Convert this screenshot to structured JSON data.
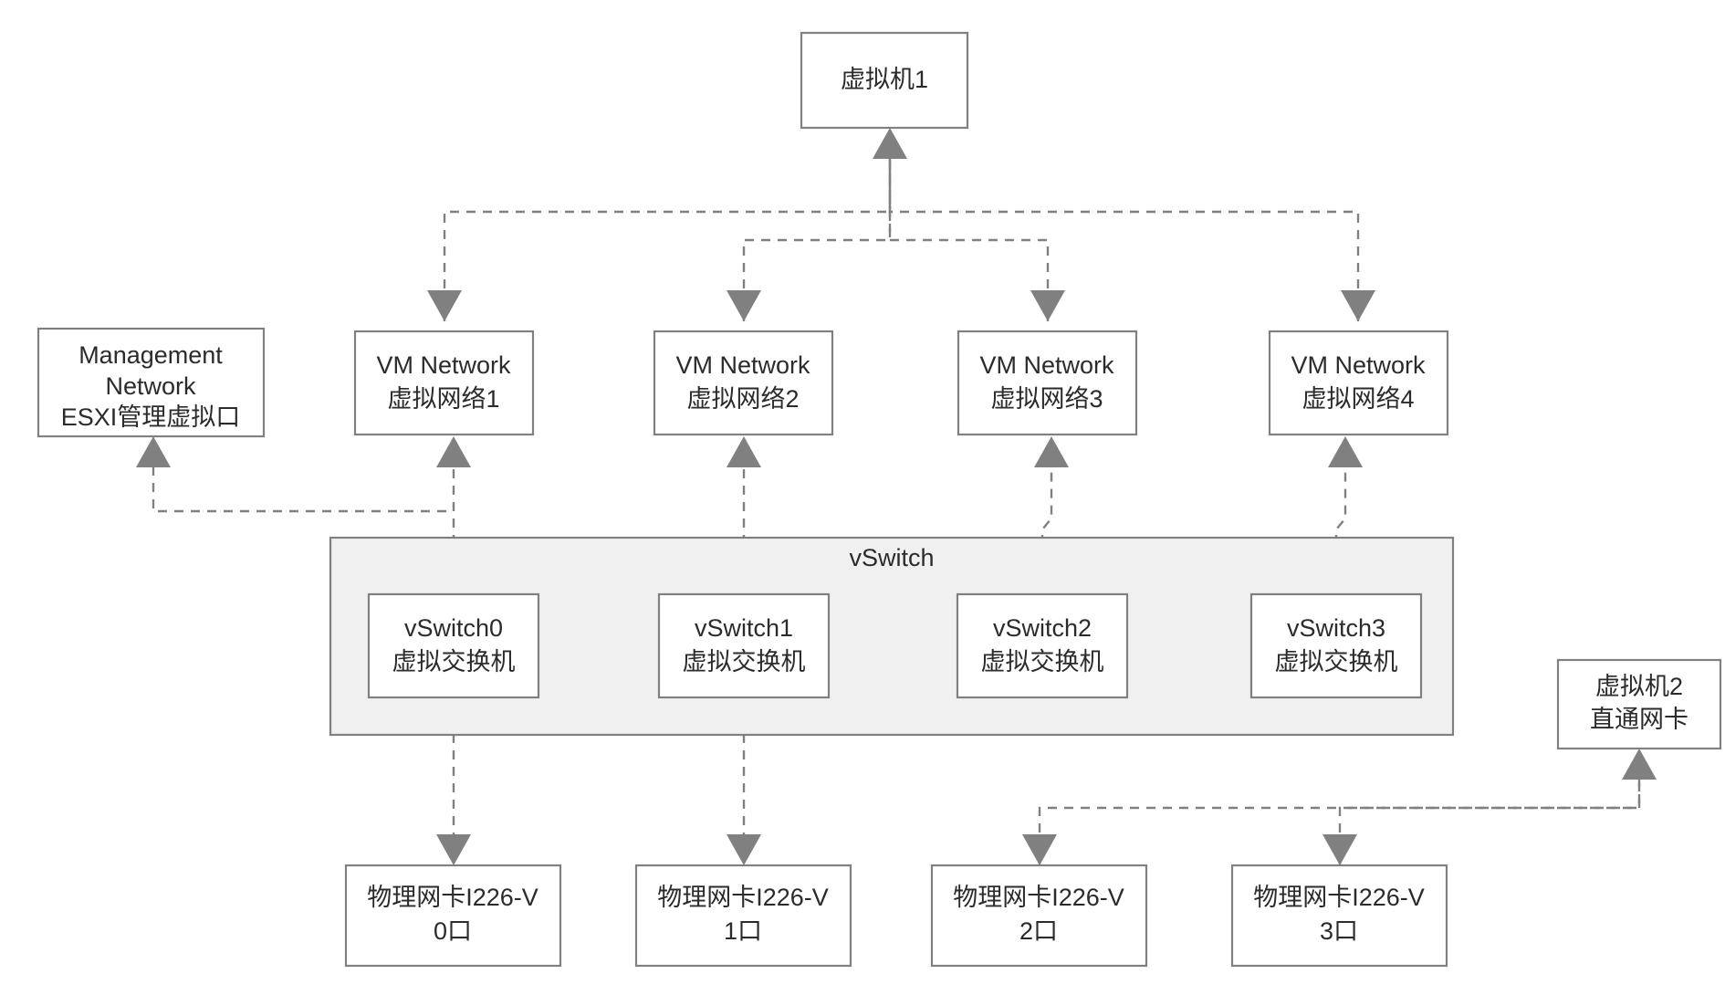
{
  "diagram": {
    "title": "ESXi virtual networking topology",
    "colors": {
      "box_fill": "#ffffff",
      "box_stroke": "#808080",
      "group_fill": "#f0f0f0",
      "group_stroke": "#808080",
      "edge_stroke": "#808080",
      "text": "#2b2b2b",
      "background": "#ffffff"
    },
    "nodes": {
      "vm1": {
        "line1": "虚拟机1"
      },
      "management_network": {
        "line1": "Management",
        "line2": "Network",
        "line3": "ESXI管理虚拟口"
      },
      "vmnet1": {
        "line1": "VM Network",
        "line2": "虚拟网络1"
      },
      "vmnet2": {
        "line1": "VM Network",
        "line2": "虚拟网络2"
      },
      "vmnet3": {
        "line1": "VM Network",
        "line2": "虚拟网络3"
      },
      "vmnet4": {
        "line1": "VM Network",
        "line2": "虚拟网络4"
      },
      "vswitch_group": {
        "label": "vSwitch"
      },
      "vswitch0": {
        "line1": "vSwitch0",
        "line2": "虚拟交换机"
      },
      "vswitch1": {
        "line1": "vSwitch1",
        "line2": "虚拟交换机"
      },
      "vswitch2": {
        "line1": "vSwitch2",
        "line2": "虚拟交换机"
      },
      "vswitch3": {
        "line1": "vSwitch3",
        "line2": "虚拟交换机"
      },
      "nic0": {
        "line1": "物理网卡I226-V",
        "line2": "0口"
      },
      "nic1": {
        "line1": "物理网卡I226-V",
        "line2": "1口"
      },
      "nic2": {
        "line1": "物理网卡I226-V",
        "line2": "2口"
      },
      "nic3": {
        "line1": "物理网卡I226-V",
        "line2": "3口"
      },
      "vm2": {
        "line1": "虚拟机2",
        "line2": "直通网卡"
      }
    },
    "edges": [
      {
        "from": "vmnet1",
        "to": "vm1"
      },
      {
        "from": "vmnet2",
        "to": "vm1"
      },
      {
        "from": "vmnet3",
        "to": "vm1"
      },
      {
        "from": "vmnet4",
        "to": "vm1"
      },
      {
        "from": "vswitch0",
        "to": "vmnet1"
      },
      {
        "from": "vswitch1",
        "to": "vmnet2"
      },
      {
        "from": "vswitch2",
        "to": "vmnet3"
      },
      {
        "from": "vswitch3",
        "to": "vmnet4"
      },
      {
        "from": "vswitch0",
        "to": "management_network"
      },
      {
        "from": "nic0",
        "to": "vswitch0"
      },
      {
        "from": "nic1",
        "to": "vswitch1"
      },
      {
        "from": "nic2",
        "to": "vm2"
      },
      {
        "from": "nic3",
        "to": "vm2"
      }
    ]
  }
}
